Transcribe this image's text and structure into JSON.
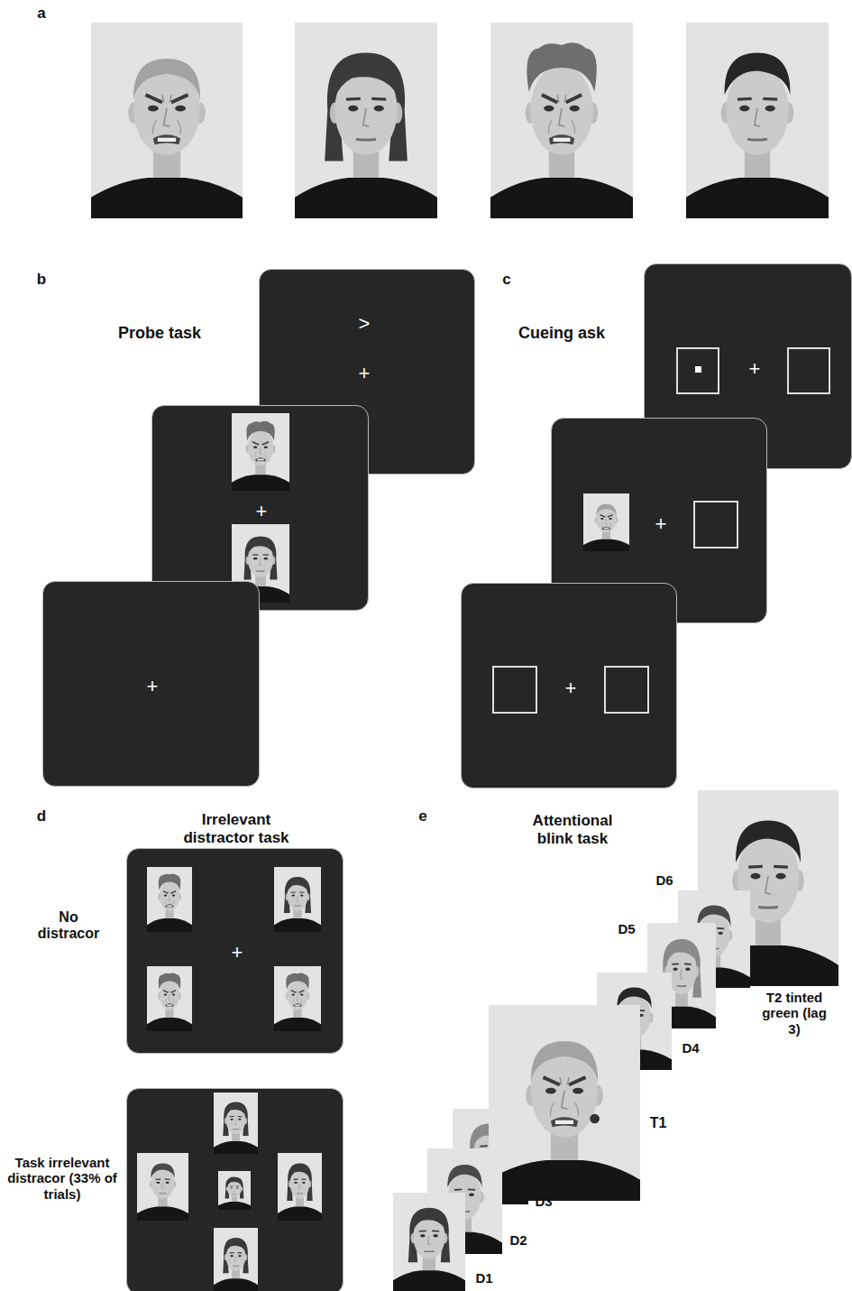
{
  "diagram": {
    "nodes": [
      {
        "text": [
          ">",
          "+"
        ]
      },
      {
        "text": [
          "+"
        ]
      },
      {
        "text": [
          "+"
        ]
      },
      {
        "text": [
          "+"
        ]
      },
      {
        "text": [
          "+"
        ]
      },
      {
        "text": [
          "+"
        ]
      },
      {
        "text": [
          "+"
        ]
      }
    ],
    "labels": [
      "a",
      "b",
      "Probe task",
      "c",
      "Cueing ask",
      "d",
      "Irrelevant distractor task",
      "e",
      "Attentional blink task",
      "No distracor",
      "D6",
      "D5",
      "T2 tinted green (lag 3)",
      "D4",
      "Task irrelevant distracor (33% of trials)",
      "T1",
      "D3",
      "D2",
      "D1"
    ]
  }
}
